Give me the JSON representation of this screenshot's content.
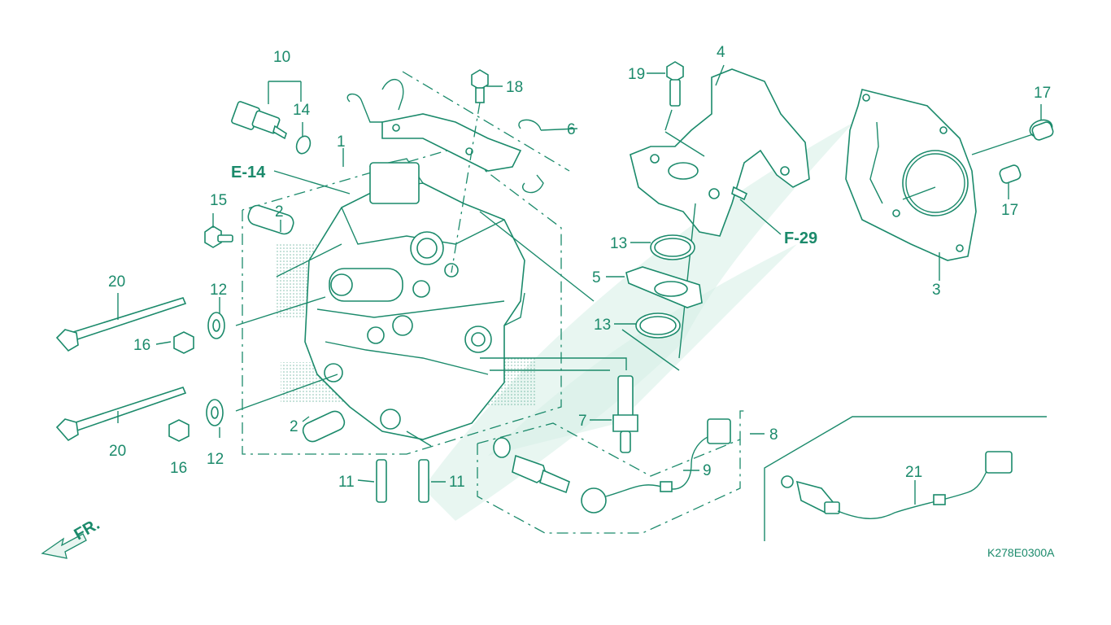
{
  "diagram": {
    "callouts": [
      "1",
      "2",
      "2",
      "3",
      "4",
      "5",
      "6",
      "7",
      "8",
      "9",
      "10",
      "11",
      "11",
      "12",
      "12",
      "13",
      "13",
      "14",
      "15",
      "16",
      "16",
      "17",
      "17",
      "18",
      "19",
      "20",
      "20",
      "21"
    ],
    "references": {
      "e14": "E-14",
      "f29": "F-29"
    },
    "front_marker": "FR.",
    "figure_code": "K278E0300A"
  }
}
